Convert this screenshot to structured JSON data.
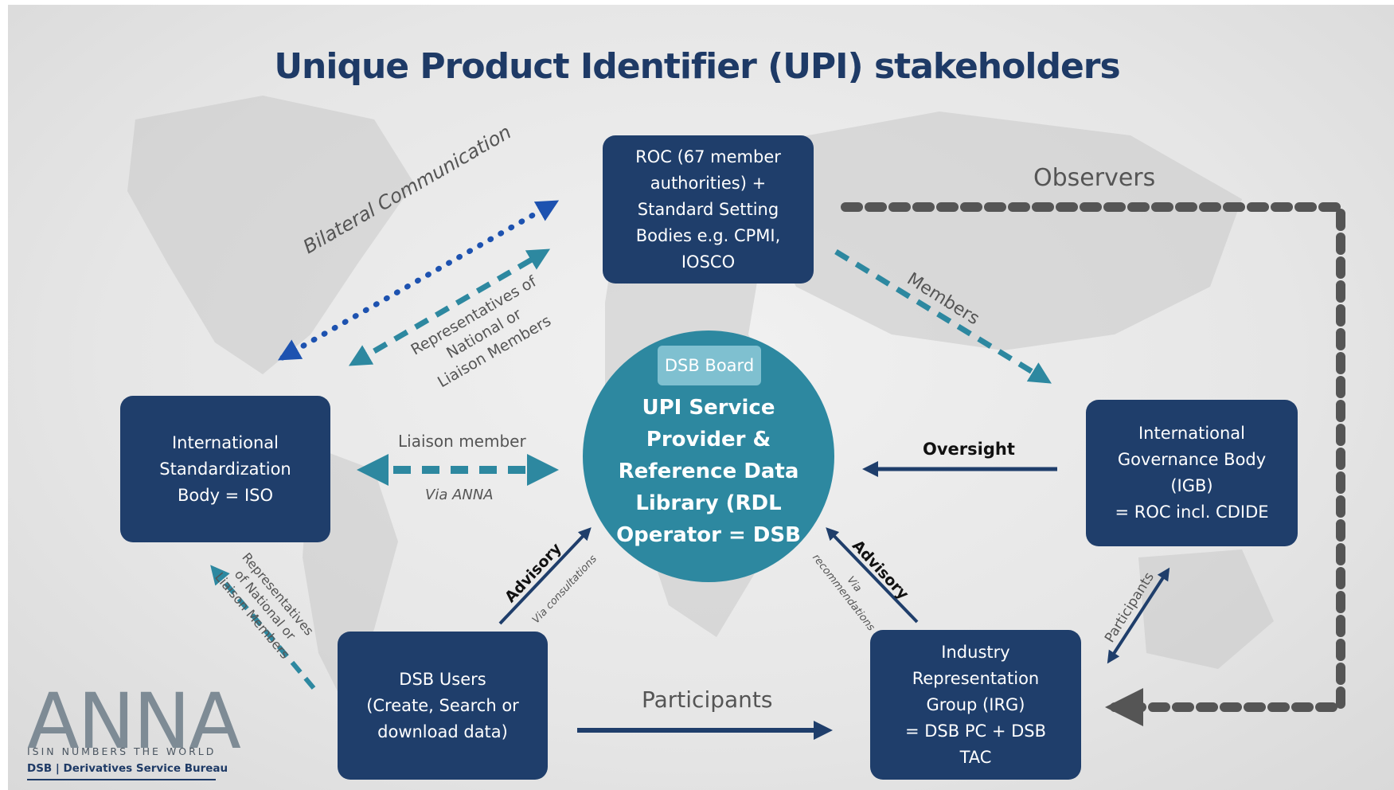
{
  "title": "Unique Product Identifier (UPI) stakeholders",
  "colors": {
    "navy": "#1f3e6b",
    "teal": "#2d88a0",
    "dotted_blue": "#1d52b0",
    "observer_gray": "#555555"
  },
  "nodes": {
    "roc": "ROC (67 member\nauthorities) +\nStandard Setting\nBodies e.g. CPMI,\nIOSCO",
    "iso": "International\nStandardization\nBody = ISO",
    "center_badge": "DSB Board",
    "center": "UPI Service\nProvider &\nReference Data\nLibrary (RDL\nOperator = DSB",
    "igb": "International\nGovernance Body (IGB)\n= ROC incl. CDIDE",
    "users": "DSB Users\n(Create, Search or\ndownload data)",
    "irg": "Industry\nRepresentation\nGroup (IRG)\n= DSB PC + DSB\nTAC"
  },
  "labels": {
    "bilateral": "Bilateral Communication",
    "reps_top": "Representatives of\nNational or\nLiaison Members",
    "reps_left": "Representatives\nof National or\nLiaison Members",
    "members": "Members",
    "observers": "Observers",
    "liaison": "Liaison member",
    "via_anna": "Via ANNA",
    "oversight": "Oversight",
    "advisory_left": "Advisory",
    "via_consultations": "Via consultations",
    "advisory_right": "Advisory",
    "via_recommendations": "Via\nrecommendations",
    "participants_bottom": "Participants",
    "participants_right": "Participants"
  },
  "logo": {
    "wordmark": "ANNA",
    "tagline": "ISIN NUMBERS THE WORLD",
    "dsb": "DSB | Derivatives Service Bureau"
  }
}
